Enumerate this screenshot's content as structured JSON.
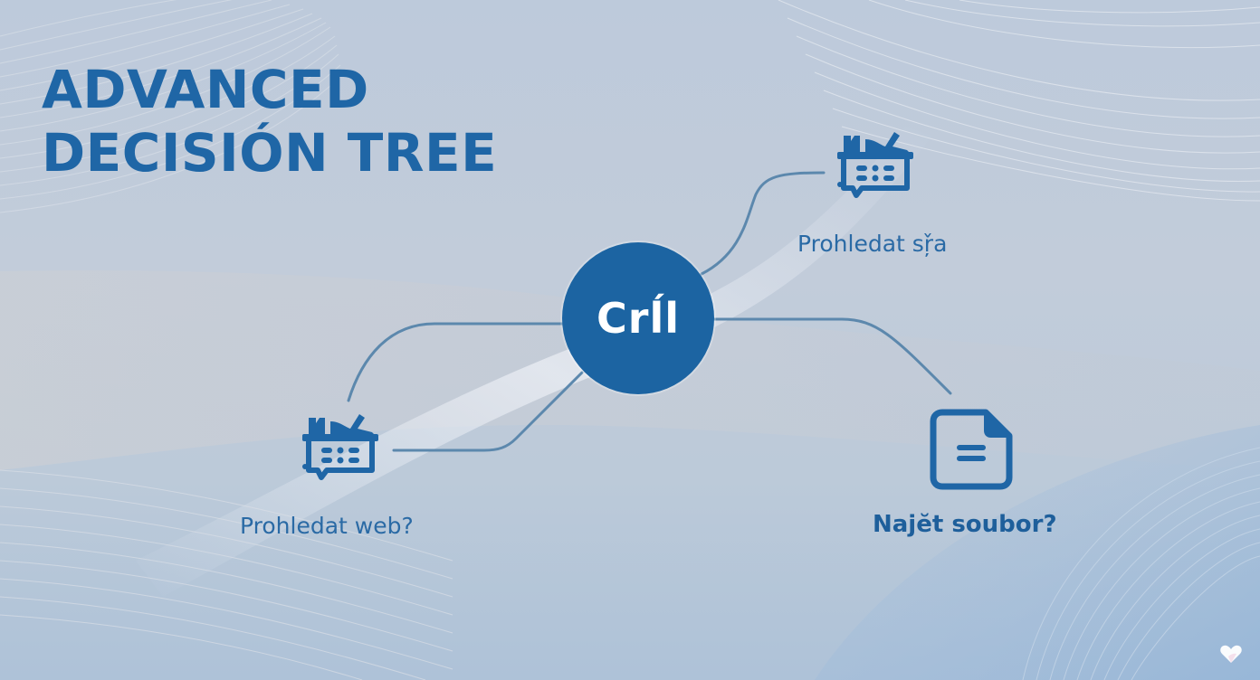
{
  "title": {
    "line1": "ADVANCED",
    "line2": "DECISIÓN TREE"
  },
  "root": {
    "label": "Crĺl",
    "color": "#1c64a2"
  },
  "branches": [
    {
      "id": "top-right",
      "icon": "calendar-chat-icon",
      "label": "Prohledat sŗ̌a"
    },
    {
      "id": "left",
      "icon": "calendar-chat-icon",
      "label": "Prohledat web?"
    },
    {
      "id": "bottom-right",
      "icon": "document-icon",
      "label": "Najĕt soubor?"
    }
  ],
  "colors": {
    "accent": "#1f66a6",
    "connector": "#5c88ad",
    "background_top": "#bdcadb",
    "background_bottom": "#aec2d8"
  },
  "watermark": {
    "icon": "heart-icon"
  }
}
